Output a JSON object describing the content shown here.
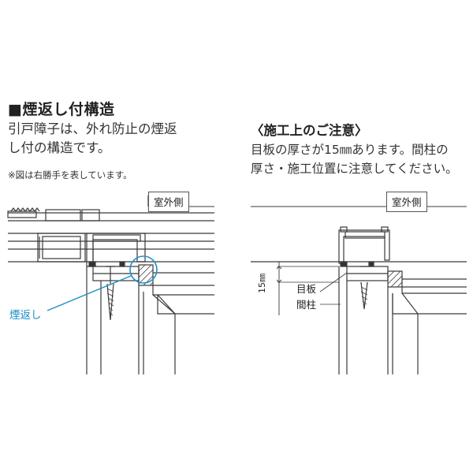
{
  "left": {
    "heading": "■煙返し付構造",
    "desc_line1": "引戸障子は、外れ防止の煙返",
    "desc_line2": "し付の構造です。",
    "note": "※図は右勝手を表しています。",
    "tag": "室外側",
    "callout": "煙返し"
  },
  "right": {
    "heading": "〈施工上のご注意〉",
    "desc_line1": "目板の厚さが15㎜あります。間柱の",
    "desc_line2": "厚さ・施工位置に注意してください。",
    "tag": "室外側",
    "label_meita": "目板",
    "label_mabashira": "間柱",
    "dimension": "15㎜"
  },
  "colors": {
    "accent": "#1e8fc7",
    "line": "#3a3a3a"
  }
}
